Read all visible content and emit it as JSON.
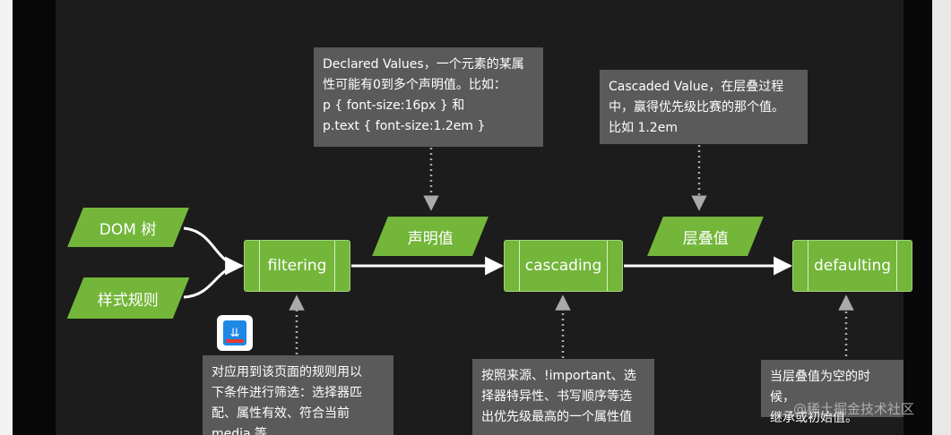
{
  "inputs": {
    "dom": "DOM 树",
    "style_rules": "样式规则"
  },
  "steps": {
    "filtering": "filtering",
    "cascading": "cascading",
    "defaulting": "defaulting"
  },
  "outputs": {
    "declared": "声明值",
    "cascaded": "层叠值"
  },
  "notes": {
    "declared": "Declared Values，一个元素的某属\n性可能有0到多个声明值。比如：\np { font-size:16px } 和\np.text { font-size:1.2em }",
    "cascaded": "Cascaded Value，在层叠过程\n中，赢得优先级比赛的那个值。\n比如 1.2em",
    "filtering": "对应用到该页面的规则用以\n下条件进行筛选：选择器匹\n配、属性有效、符合当前\nmedia 等",
    "cascading": "按照来源、!important、选\n择器特异性、书写顺序等选\n出优先级最高的一个属性值",
    "defaulting": "当层叠值为空的时候，\n继承或初始值。"
  },
  "watermark": "@稀土掘金技术社区",
  "colors": {
    "green": "#73b63a",
    "note_bg": "#5a5a5a",
    "background": "#1c1c1c",
    "connector": "#ffffff",
    "dotted": "#aaaaaa"
  }
}
